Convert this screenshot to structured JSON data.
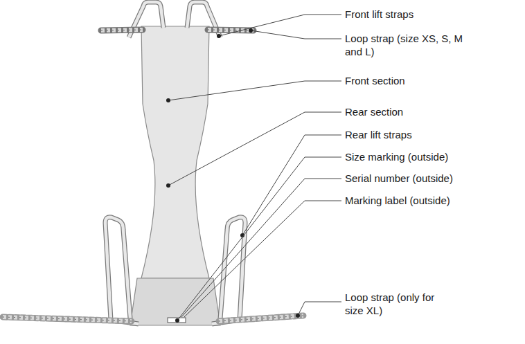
{
  "diagram": {
    "labels": [
      "Front lift straps",
      "Loop strap (size XS, S, M and L)",
      "Front section",
      "Rear section",
      "Rear lift straps",
      "Size marking (outside)",
      "Serial number (outside)",
      "Marking label (outside)",
      "Loop strap (only for size XL)"
    ]
  }
}
